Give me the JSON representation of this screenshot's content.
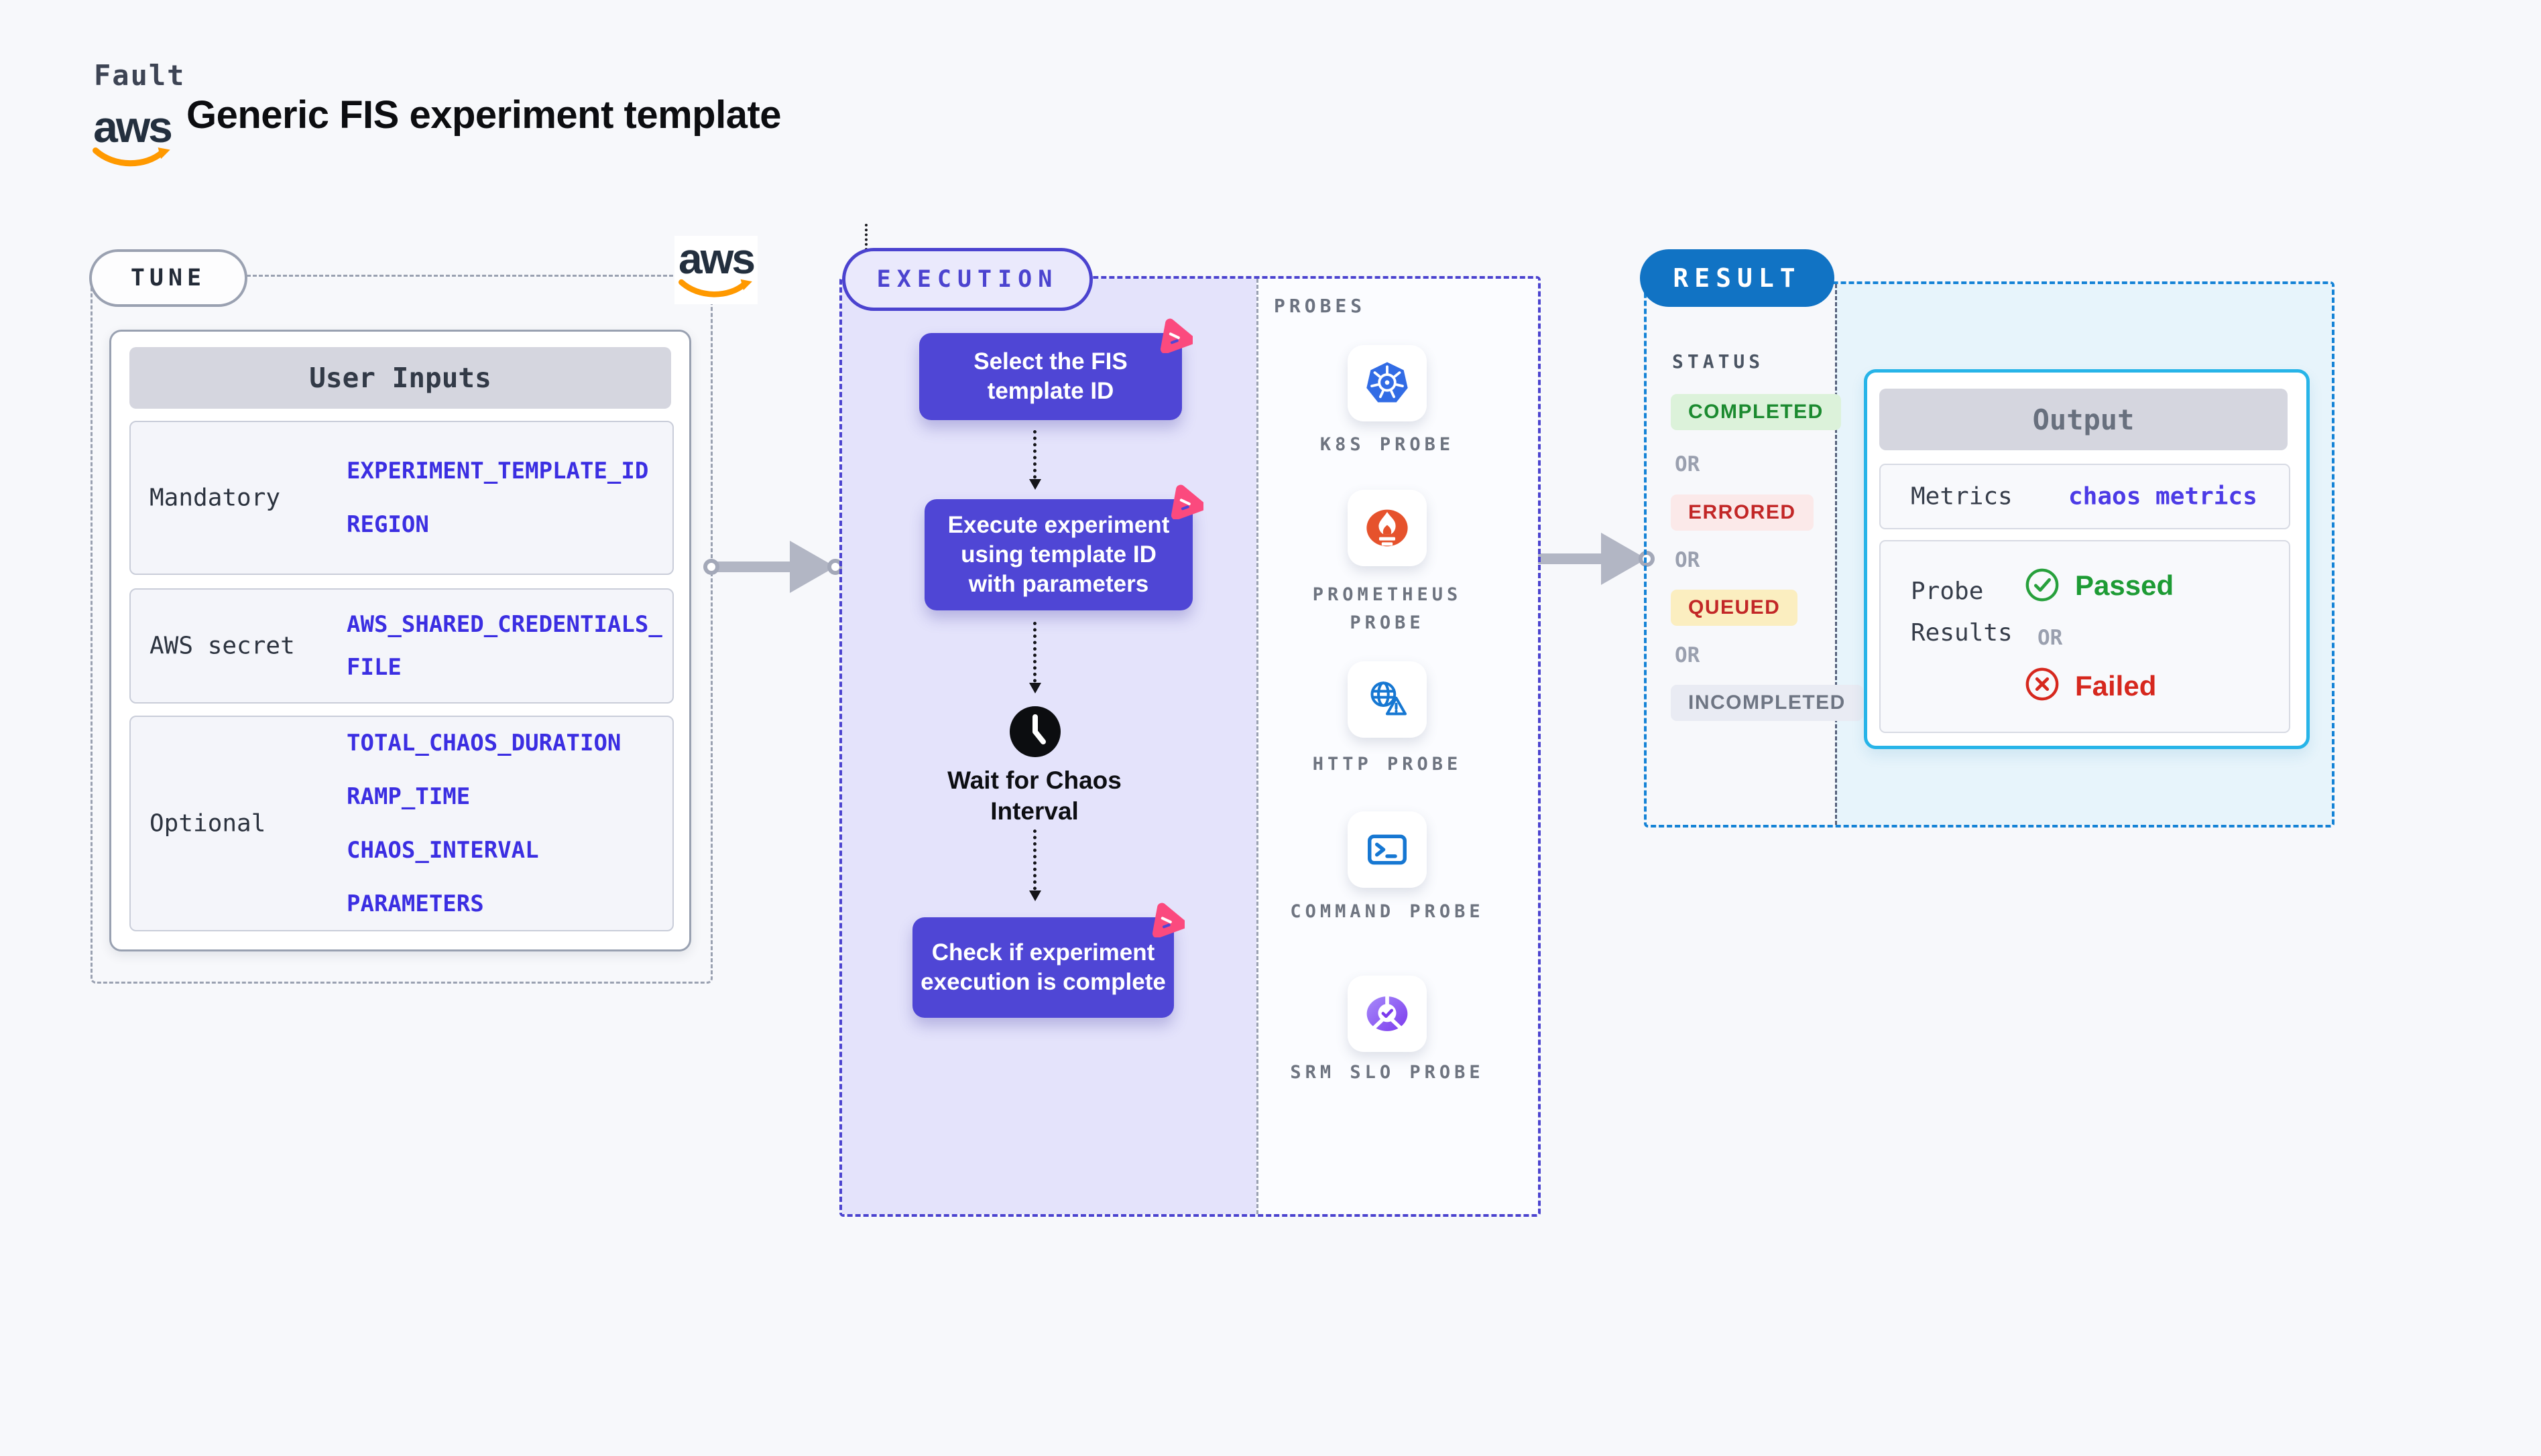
{
  "header": {
    "brand": "Fault",
    "title": "Generic FIS experiment template",
    "aws_logo_text": "aws"
  },
  "tune": {
    "pill": "TUNE",
    "table": {
      "title": "User Inputs",
      "rows": [
        {
          "label": "Mandatory",
          "values": [
            "EXPERIMENT_TEMPLATE_ID",
            "REGION"
          ]
        },
        {
          "label": "AWS secret",
          "values": [
            "AWS_SHARED_CREDENTIALS_FILE"
          ]
        },
        {
          "label": "Optional",
          "values": [
            "TOTAL_CHAOS_DURATION",
            "RAMP_TIME",
            "CHAOS_INTERVAL",
            "PARAMETERS"
          ]
        }
      ]
    }
  },
  "execution": {
    "pill": "EXECUTION",
    "step1": "Select the FIS template ID",
    "step2": "Execute experiment using template ID with parameters",
    "wait_label": "Wait for Chaos Interval",
    "step3": "Check if experiment execution is complete"
  },
  "probes": {
    "title": "PROBES",
    "items": [
      {
        "name": "K8S PROBE",
        "icon": "kubernetes-icon"
      },
      {
        "name": "PROMETHEUS PROBE",
        "icon": "prometheus-icon"
      },
      {
        "name": "HTTP PROBE",
        "icon": "http-globe-icon"
      },
      {
        "name": "COMMAND PROBE",
        "icon": "terminal-icon"
      },
      {
        "name": "SRM SLO PROBE",
        "icon": "slo-pie-icon"
      }
    ]
  },
  "result": {
    "pill": "RESULT",
    "status_title": "STATUS",
    "or_label": "OR",
    "statuses": [
      {
        "text": "COMPLETED",
        "color": "#1b8a2f",
        "bg": "#dcf2da"
      },
      {
        "text": "ERRORED",
        "color": "#c22727",
        "bg": "#fbe9e9"
      },
      {
        "text": "QUEUED",
        "color": "#c22727",
        "bg": "#fbeec0"
      },
      {
        "text": "INCOMPLETED",
        "color": "#6e7583",
        "bg": "#e9ebf3"
      }
    ],
    "output": {
      "title": "Output",
      "metrics_label": "Metrics",
      "metrics_value": "chaos metrics",
      "probe_results_label": "Probe Results",
      "passed": "Passed",
      "or_label": "OR",
      "failed": "Failed"
    }
  },
  "colors": {
    "accent_indigo": "#4b43cf",
    "flow_box_indigo": "#4f46d5",
    "value_blue": "#3b2ee2",
    "result_blue": "#1173c4",
    "result_dash_blue": "#1583d6",
    "output_border_cyan": "#27b4e8",
    "passed_green": "#1d9b34",
    "failed_red": "#d6281e",
    "aws_orange": "#ff9900",
    "litmus_pink": "#fb4a7e",
    "kubernetes_blue": "#326ce5",
    "prometheus_orange": "#e6522c",
    "probe_icon_blue": "#1677d2",
    "srm_purple": "#8b5cf6"
  }
}
